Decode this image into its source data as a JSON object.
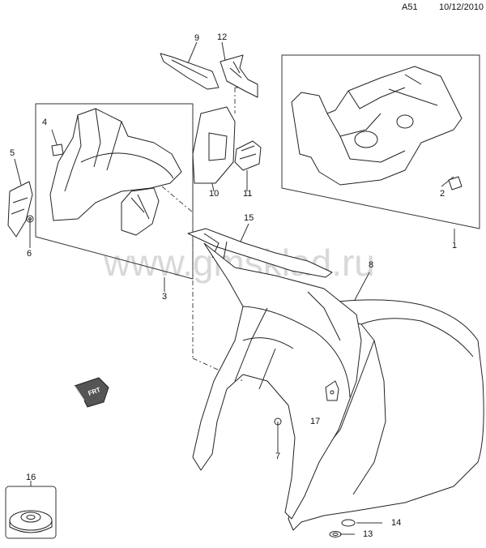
{
  "header": {
    "page_code": "A51",
    "date": "10/12/2010"
  },
  "watermark": "www.gmsklad.ru",
  "callouts": [
    "1",
    "2",
    "3",
    "4",
    "5",
    "6",
    "7",
    "8",
    "9",
    "10",
    "11",
    "12",
    "13",
    "14",
    "15",
    "16",
    "17"
  ],
  "fwd_label": "FRT",
  "colors": {
    "line": "#222222",
    "fill": "#ffffff",
    "shade": "#555555",
    "watermark": "#d8d8d8"
  }
}
